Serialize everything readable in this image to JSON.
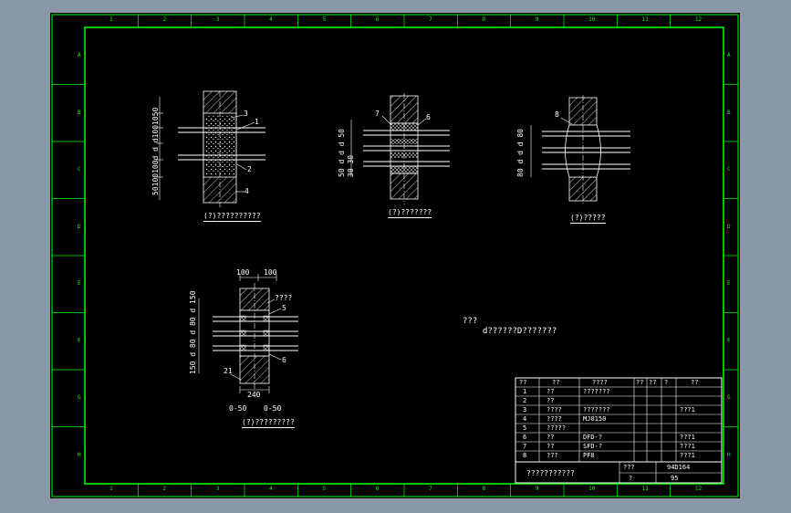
{
  "frame": {
    "col_numbers": [
      "1",
      "2",
      "3",
      "4",
      "5",
      "6",
      "7",
      "8",
      "9",
      "10",
      "11",
      "12"
    ],
    "row_letters": [
      "A",
      "B",
      "C",
      "D",
      "E",
      "F",
      "G",
      "H"
    ]
  },
  "details": {
    "d1": {
      "caption": "(?)??????????",
      "vertical_dims": "50100100d d d1001050",
      "leaders": [
        "3",
        "1",
        "2",
        "4"
      ]
    },
    "d2": {
      "caption": "(?)???????",
      "vertical_dims": "50 d d d 50",
      "vertical_dims_b": "30 30",
      "leaders": [
        "7",
        "6"
      ]
    },
    "d3": {
      "caption": "(?)?????",
      "vertical_dims": "80 d d d 80",
      "leaders": [
        "8"
      ]
    },
    "d4": {
      "caption": "(?)?????????",
      "top_dims": [
        "100",
        "100"
      ],
      "vertical_dims": "150 d 80 d 80 d 150",
      "leaders": [
        "????",
        "5",
        "6",
        "21"
      ],
      "bottom_dim": "240",
      "offsets": [
        "0-50",
        "0-50"
      ]
    }
  },
  "notes": {
    "line1": "???",
    "line2": "d??????D???????"
  },
  "title_block": {
    "headers": [
      "??",
      "??",
      "????",
      "??",
      "??",
      "?",
      "??"
    ],
    "rows": [
      {
        "no": "1",
        "name": "??",
        "spec": "???????",
        "qty": "",
        "unit": "",
        "note": ""
      },
      {
        "no": "2",
        "name": "??",
        "spec": "",
        "qty": "",
        "unit": "",
        "note": ""
      },
      {
        "no": "3",
        "name": "????",
        "spec": "???????",
        "qty": "",
        "unit": "",
        "note": "???1"
      },
      {
        "no": "4",
        "name": "????",
        "spec": "MJ0150",
        "qty": "",
        "unit": "",
        "note": ""
      },
      {
        "no": "5",
        "name": "?????",
        "spec": "",
        "qty": "",
        "unit": "",
        "note": ""
      },
      {
        "no": "6",
        "name": "??",
        "spec": "DFD-?",
        "qty": "",
        "unit": "",
        "note": "???1"
      },
      {
        "no": "7",
        "name": "??",
        "spec": "SFD-?",
        "qty": "",
        "unit": "",
        "note": "???1"
      },
      {
        "no": "8",
        "name": "???",
        "spec": "PF8",
        "qty": "",
        "unit": "",
        "note": "???1"
      }
    ],
    "drawing_title": "???????????",
    "label_a": "???",
    "value_a": "94D164",
    "label_b": "?",
    "value_b": "95"
  },
  "colors": {
    "frame": "#00ff00",
    "line": "#ffffff",
    "background": "#000000",
    "window": "#8a97a8"
  }
}
